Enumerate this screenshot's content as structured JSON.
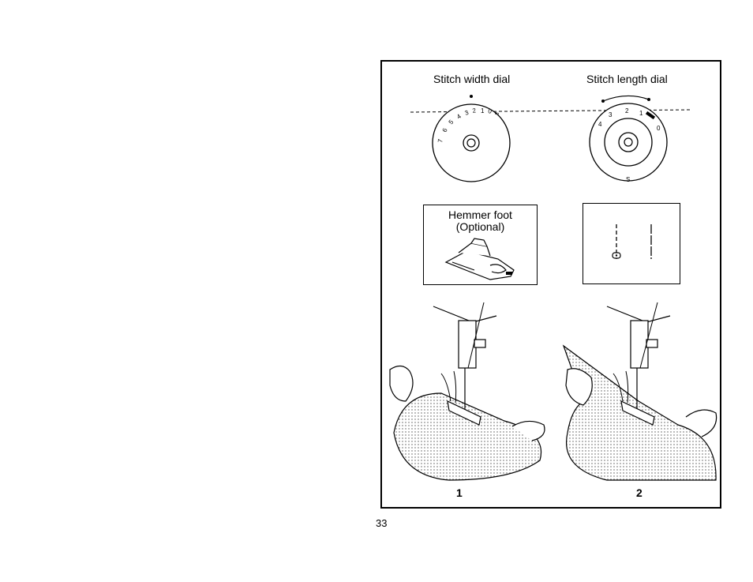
{
  "labels": {
    "width_dial": "Stitch width dial",
    "length_dial": "Stitch length dial",
    "foot_line1": "Hemmer foot",
    "foot_line2": "(Optional)"
  },
  "width_dial_marks": [
    "∞",
    "0",
    "1",
    "2",
    "3",
    "4",
    "5",
    "6",
    "7"
  ],
  "length_dial_marks": [
    "4",
    "3",
    "2",
    "1",
    "0",
    "S"
  ],
  "steps": [
    "1",
    "2"
  ],
  "page_number": "33"
}
